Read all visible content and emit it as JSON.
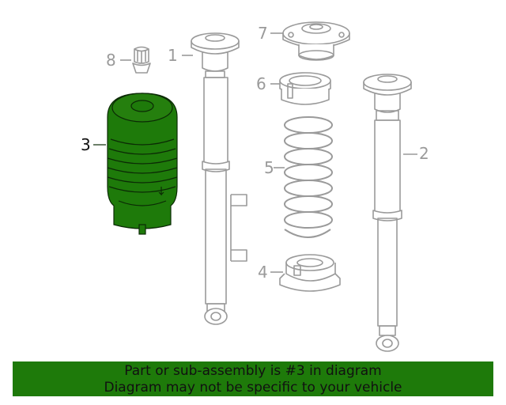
{
  "callouts": {
    "c1": "1",
    "c2": "2",
    "c3": "3",
    "c4": "4",
    "c5": "5",
    "c6": "6",
    "c7": "7",
    "c8": "8"
  },
  "banner": {
    "line1": "Part or sub-assembly is #3 in diagram",
    "line2": "Diagram may not be specific to your vehicle"
  },
  "colors": {
    "highlight": "#1e7a0a",
    "line": "#9a9a9a"
  }
}
